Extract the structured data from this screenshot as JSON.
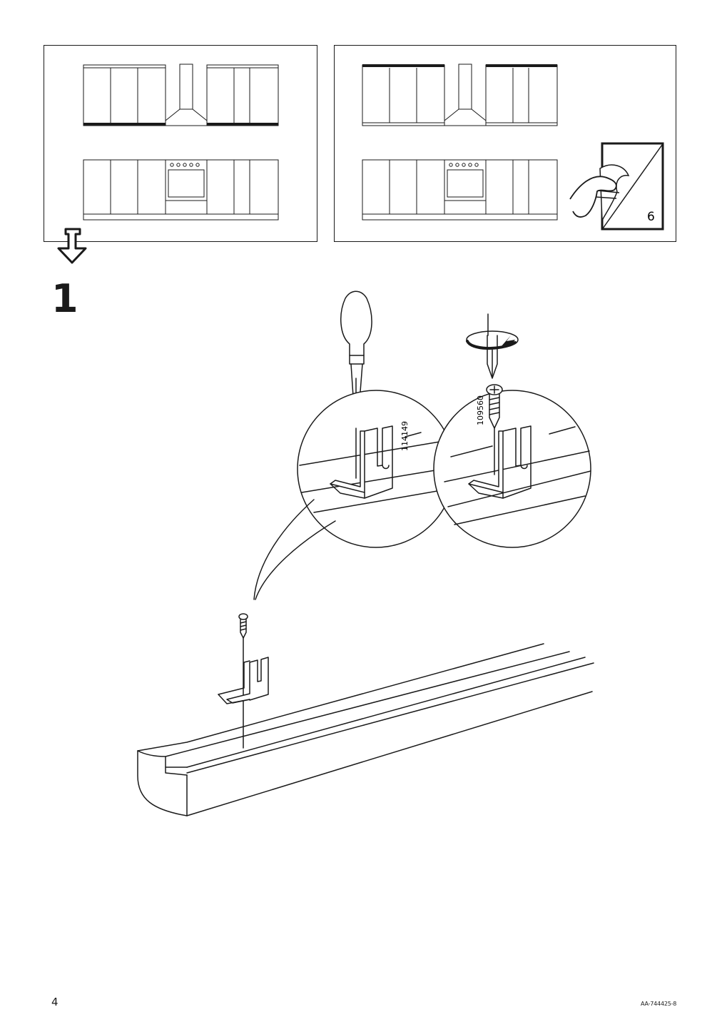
{
  "page": {
    "page_number": "4",
    "document_code": "AA-744425-8"
  },
  "step": {
    "number": "1"
  },
  "reference_panel": {
    "sheet_number": "6"
  },
  "parts": {
    "bracket_code": "114149",
    "screw_code": "109560"
  },
  "icons": [
    "down-arrow-icon",
    "hand-peel-sheet-icon",
    "screwdriver-icon",
    "rotate-arrow-icon",
    "screw-icon",
    "bracket-icon"
  ]
}
